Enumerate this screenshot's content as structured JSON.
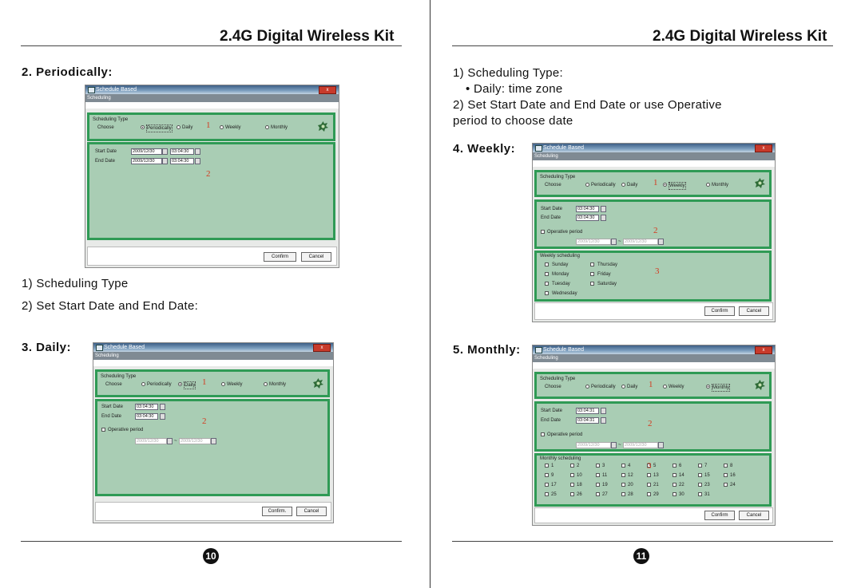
{
  "header": {
    "left_title": "2.4G Digital Wireless Kit",
    "right_title": "2.4G Digital Wireless Kit"
  },
  "left_page": {
    "section2_heading": "2. Periodically:",
    "section2_steps": [
      "1) Scheduling Type",
      "2) Set Start Date and End Date:"
    ],
    "section3_heading": "3. Daily:",
    "page_number": "10"
  },
  "right_page": {
    "intro_lines": [
      "1) Scheduling Type:",
      "• Daily: time zone",
      "2) Set Start Date and End Date or use Operative",
      "period  to choose date"
    ],
    "section4_heading": "4. Weekly:",
    "section5_heading": "5. Monthly:",
    "page_number": "11"
  },
  "dialog": {
    "title": "Schedule Based",
    "close_label": "x",
    "menu": "Scheduling",
    "group_scheduling_type": "Scheduling Type",
    "choose_label": "Choose",
    "options": [
      "Periodically",
      "Daily",
      "Weekly",
      "Monthly"
    ],
    "start_date_label": "Start Date",
    "end_date_label": "End Date",
    "date_value": "2009/12/30",
    "time_value": "03:04:30",
    "time_value_alt": "03:04:31",
    "operative_period_label": "Operative period",
    "range_separator": "~",
    "weekly_group": "Weekly scheduling",
    "weekdays": [
      "Sunday",
      "Monday",
      "Tuesday",
      "Wednesday",
      "Thursday",
      "Friday",
      "Saturday"
    ],
    "monthly_group": "Monthly scheduling",
    "month_days": [
      "1",
      "2",
      "3",
      "4",
      "5",
      "6",
      "7",
      "8",
      "9",
      "10",
      "11",
      "12",
      "13",
      "14",
      "15",
      "16",
      "17",
      "18",
      "19",
      "20",
      "21",
      "22",
      "23",
      "24",
      "25",
      "26",
      "27",
      "28",
      "29",
      "30",
      "31"
    ],
    "confirm_label": "Confirm",
    "confirm_label_alt": "Confirm.",
    "cancel_label": "Cancel",
    "callouts": [
      "1",
      "2",
      "3"
    ]
  }
}
